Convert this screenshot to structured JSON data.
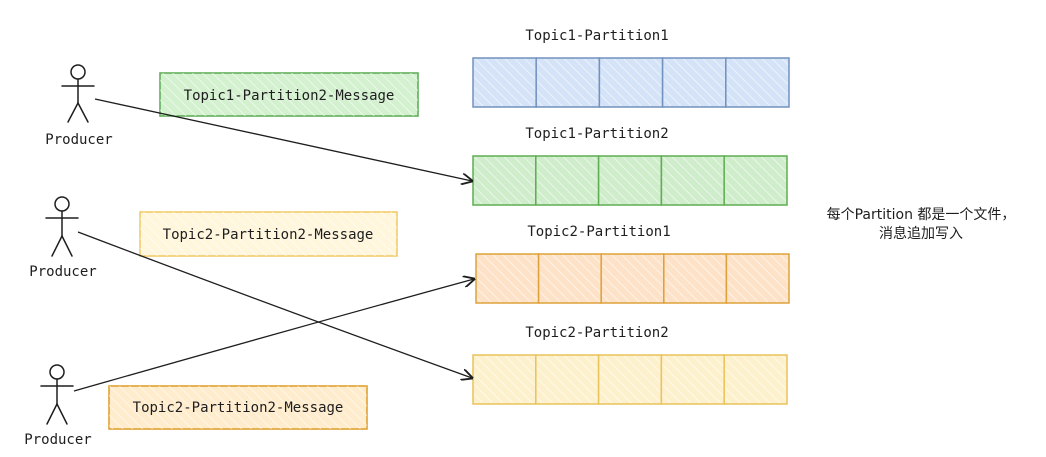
{
  "producers": [
    {
      "label": "Producer"
    },
    {
      "label": "Producer"
    },
    {
      "label": "Producer"
    }
  ],
  "messages": [
    {
      "label": "Topic1-Partition2-Message",
      "fill": "#d3f0cf",
      "stroke": "#62b05a"
    },
    {
      "label": "Topic2-Partition2-Message",
      "fill": "#fff6dc",
      "stroke": "#f0cc6a"
    },
    {
      "label": "Topic2-Partition2-Message",
      "fill": "#ffeccc",
      "stroke": "#e0a230"
    }
  ],
  "partitions": [
    {
      "title": "Topic1-Partition1",
      "segments": 5,
      "fill": "#d4e3f7",
      "stroke": "#7392bd"
    },
    {
      "title": "Topic1-Partition2",
      "segments": 5,
      "fill": "#cfeccb",
      "stroke": "#5fae52"
    },
    {
      "title": "Topic2-Partition1",
      "segments": 5,
      "fill": "#fde2c8",
      "stroke": "#dda23b"
    },
    {
      "title": "Topic2-Partition2",
      "segments": 5,
      "fill": "#fdf1cd",
      "stroke": "#e9c35b"
    }
  ],
  "note": {
    "line1": "每个Partition 都是一个文件，",
    "line2": "消息追加写入"
  },
  "colors": {
    "ink": "#1e1e1e"
  }
}
